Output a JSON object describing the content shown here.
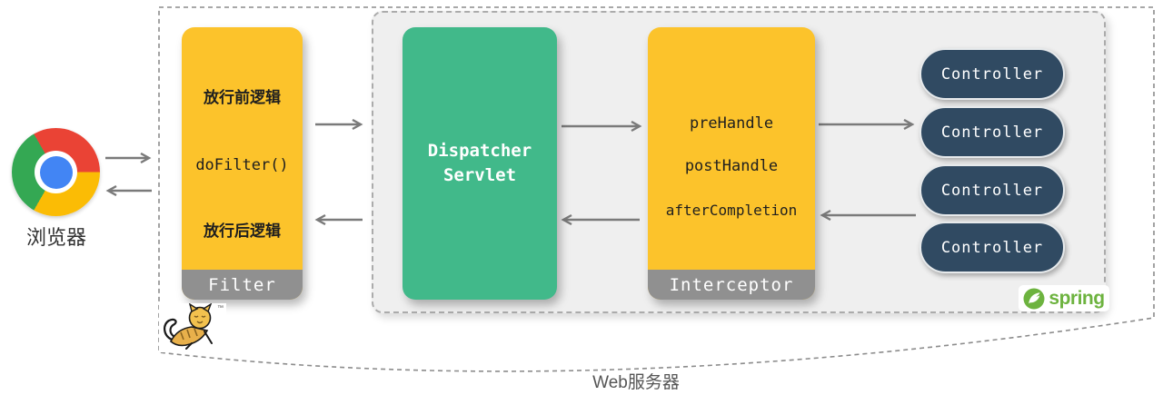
{
  "browser": {
    "label": "浏览器"
  },
  "filter": {
    "pre_text": "放行前逻辑",
    "method": "doFilter()",
    "post_text": "放行后逻辑",
    "label": "Filter"
  },
  "dispatcher": {
    "title_line1": "Dispatcher",
    "title_line2": "Servlet"
  },
  "interceptor": {
    "methods": [
      "preHandle",
      "postHandle",
      "afterCompletion"
    ],
    "label": "Interceptor"
  },
  "controllers": {
    "items": [
      "Controller",
      "Controller",
      "Controller",
      "Controller"
    ]
  },
  "spring": {
    "brand": "spring"
  },
  "web_server": {
    "label": "Web服务器"
  },
  "tomcat": {
    "trademark": "™"
  },
  "colors": {
    "box_yellow": "#fcc32b",
    "box_green": "#41b98a",
    "pill_navy": "#304a62",
    "band_gray": "#909090",
    "arrow_gray": "#7a7a7a",
    "spring_green": "#6db33f",
    "container_gray": "#efefef"
  }
}
